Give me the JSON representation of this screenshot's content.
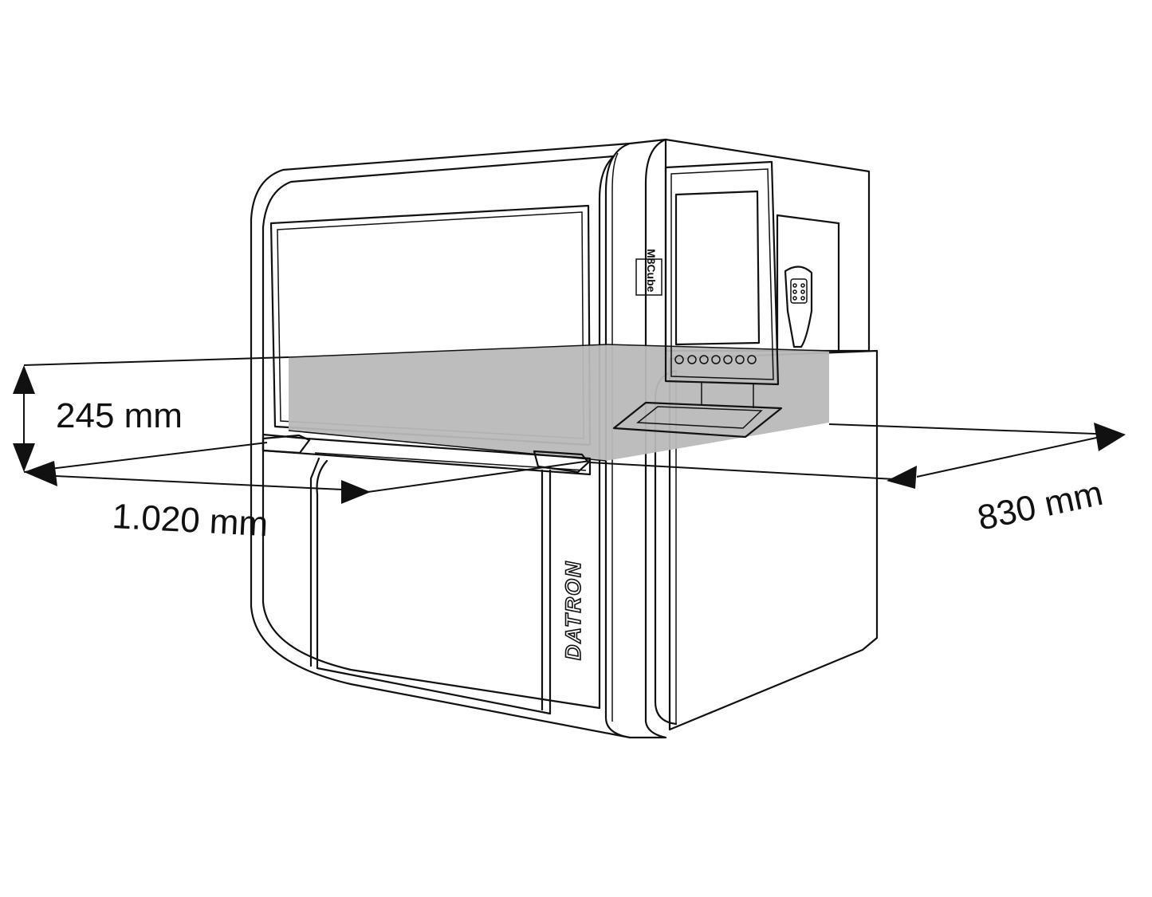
{
  "dimensions": {
    "height": "245 mm",
    "width": "1.020 mm",
    "depth": "830 mm"
  },
  "machine": {
    "brand": "DATRON",
    "model": "M8Cube"
  },
  "colors": {
    "line": "#111111",
    "work_area_fill": "#b9b9b9",
    "background": "#ffffff"
  }
}
